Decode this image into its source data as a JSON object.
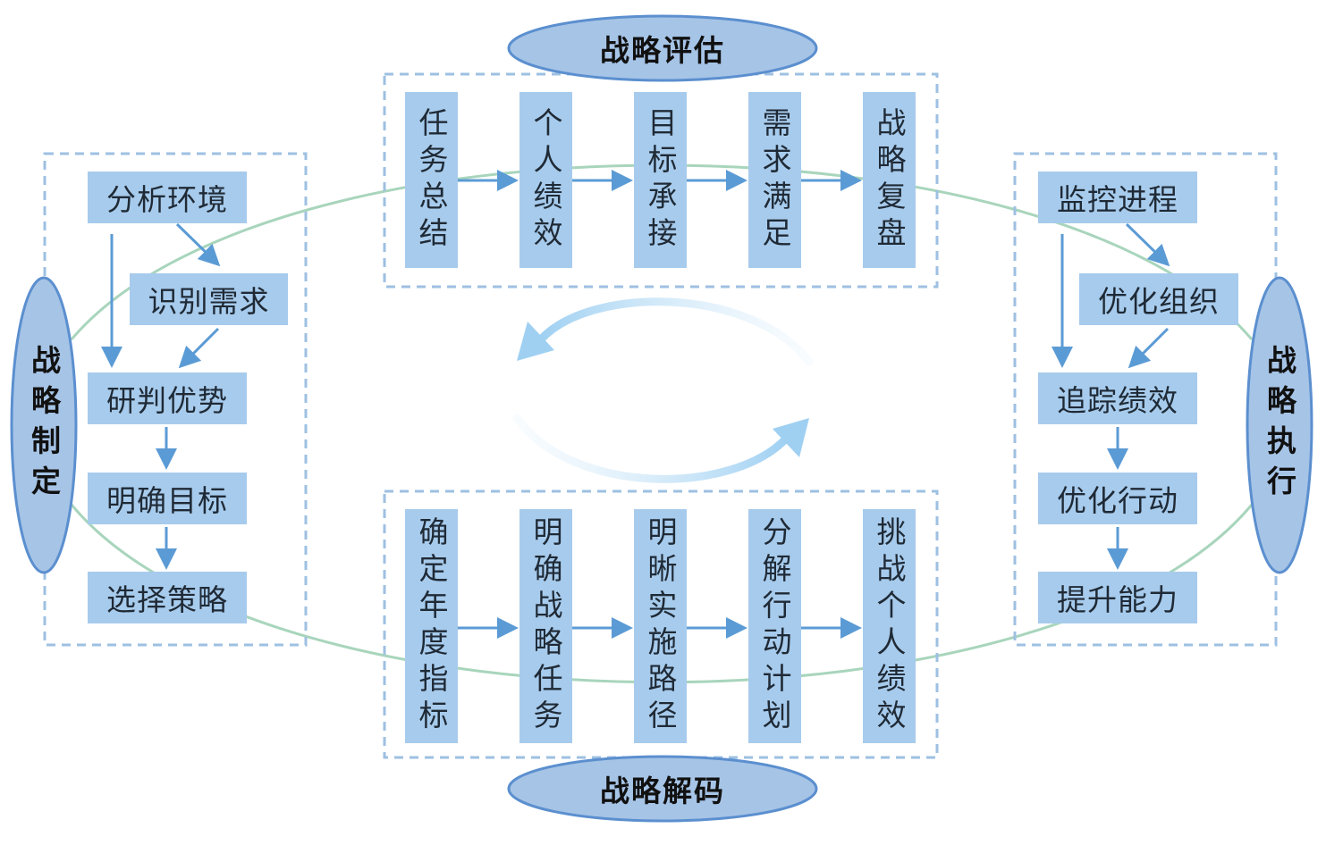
{
  "colors": {
    "box_fill": "#a7cbec",
    "ellipse_fill": "#a6c4e6",
    "ellipse_stroke": "#5b8fcf",
    "arrow": "#5b9bd5",
    "loop_curve": "#a8d5bc",
    "dashed_frame": "#9ec0e2",
    "cycle_arrow": "#bfe0f5"
  },
  "phases": {
    "evaluation": "战略评估",
    "decoding": "战略解码",
    "formulation": "战略制定",
    "execution": "战略执行"
  },
  "formulation_steps": [
    "分析环境",
    "识别需求",
    "研判优势",
    "明确目标",
    "选择策略"
  ],
  "execution_steps": [
    "监控进程",
    "优化组织",
    "追踪绩效",
    "优化行动",
    "提升能力"
  ],
  "evaluation_steps": [
    "任务总结",
    "个人绩效",
    "目标承接",
    "需求满足",
    "战略复盘"
  ],
  "decoding_steps": [
    "确定年度指标",
    "明确战略任务",
    "明晰实施路径",
    "分解行动计划",
    "挑战个人绩效"
  ]
}
